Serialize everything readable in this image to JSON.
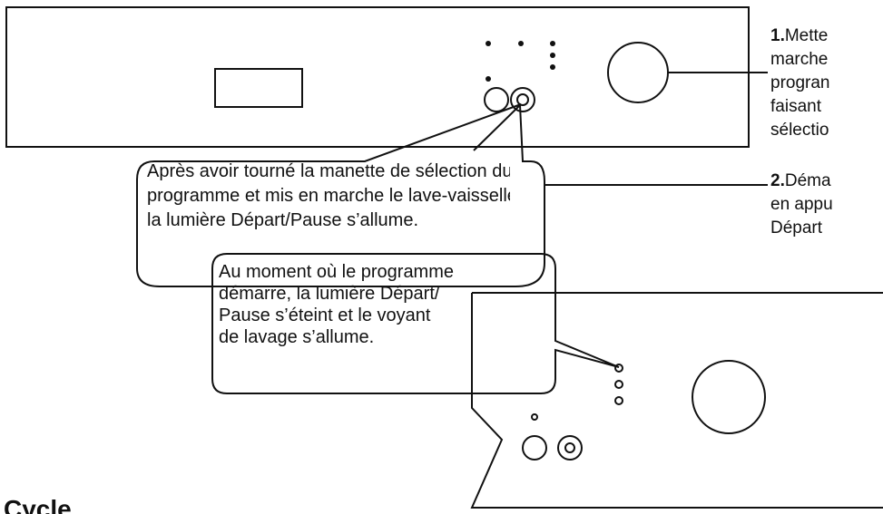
{
  "callout_1": {
    "lines": [
      "Après avoir tourné la manette de sélection du",
      "programme et mis en marche le lave-vaisselle,",
      "la lumière Départ/Pause s’allume."
    ]
  },
  "callout_2": {
    "lines": [
      "Au moment où le programme",
      "démarre, la lumière Départ/",
      "Pause s’éteint et le voyant",
      "de lavage s’allume."
    ]
  },
  "step_1": {
    "number": "1.",
    "lines": [
      "Mette",
      "marche",
      "progran",
      "faisant",
      "sélectio"
    ]
  },
  "step_2": {
    "number": "2.",
    "lines": [
      "Déma",
      "en appu",
      "Départ"
    ]
  },
  "section_heading": "Cycle",
  "colors": {
    "ink": "#111111",
    "background": "#ffffff"
  }
}
